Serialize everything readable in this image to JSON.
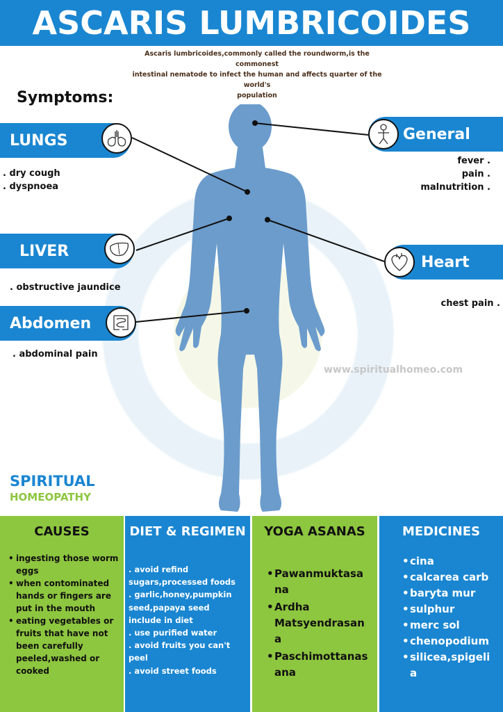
{
  "title": "ASCARIS LUMBRICOIDES",
  "intro_lines": [
    "Ascaris lumbricoides,commonly called the roundworm,is the",
    "commonest",
    "intestinal nematode to infect the human and affects quarter of the",
    "world's",
    "population"
  ],
  "symptoms_heading": "Symptoms:",
  "organs": {
    "lungs": {
      "label": "LUNGS",
      "items": [
        ". dry cough",
        ". dyspnoea"
      ]
    },
    "liver": {
      "label": "LIVER",
      "items": [
        ". obstructive jaundice"
      ]
    },
    "abdomen": {
      "label": "Abdomen",
      "items": [
        ". abdominal pain"
      ]
    },
    "general": {
      "label": "General",
      "items": [
        "fever .",
        "pain .",
        "malnutrition ."
      ]
    },
    "heart": {
      "label": "Heart",
      "items": [
        "chest pain ."
      ]
    }
  },
  "website": "www.spiritualhomeo.com",
  "brand": {
    "line1": "SPIRITUAL",
    "line2": "HOMEOPATHY"
  },
  "colors": {
    "blue": "#1a86d1",
    "green": "#8dc63f",
    "body": "#6b9ccc"
  },
  "icons": {
    "lungs": "lungs-icon",
    "liver": "liver-icon",
    "abdomen": "intestine-icon",
    "general": "person-icon",
    "heart": "heart-icon"
  },
  "columns": {
    "causes": {
      "title": "CAUSES",
      "items": [
        "ingesting those worm eggs",
        "when contominated hands or fingers are put in the mouth",
        "eating vegetables or fruits that have not been carefully peeled,washed or cooked"
      ]
    },
    "diet": {
      "title": "DIET & REGIMEN",
      "lines": [
        ". avoid refind",
        "sugars,processed foods",
        ". garlic,honey,pumpkin",
        "seed,papaya seed",
        "include in diet",
        ". use purified water",
        ". avoid fruits you can't",
        "peel",
        ". avoid street foods"
      ]
    },
    "yoga": {
      "title": "YOGA ASANAS",
      "items": [
        [
          "Pawanmuktasa",
          "na"
        ],
        [
          "Ardha",
          "Matsyendrasan",
          "a"
        ],
        [
          "Paschimottanas",
          "ana"
        ]
      ]
    },
    "medicines": {
      "title": "MEDICINES",
      "items": [
        [
          "cina"
        ],
        [
          "calcarea carb"
        ],
        [
          "baryta mur"
        ],
        [
          "sulphur"
        ],
        [
          "merc sol"
        ],
        [
          "chenopodium"
        ],
        [
          "silicea,spigeli",
          "a"
        ]
      ]
    }
  }
}
